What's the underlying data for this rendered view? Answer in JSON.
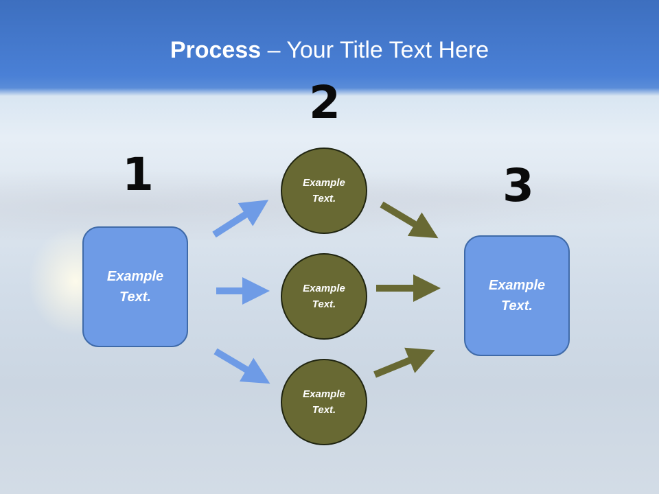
{
  "title": {
    "bold": "Process",
    "rest": " – Your Title Text Here"
  },
  "steps": [
    {
      "number": "1",
      "line1": "Example",
      "line2": "Text."
    },
    {
      "number": "2"
    },
    {
      "number": "3",
      "line1": "Example",
      "line2": "Text."
    }
  ],
  "circles": [
    {
      "line1": "Example",
      "line2": "Text."
    },
    {
      "line1": "Example",
      "line2": "Text."
    },
    {
      "line1": "Example",
      "line2": "Text."
    }
  ],
  "colors": {
    "box_fill": "#6e9be6",
    "circle_fill": "#686933",
    "blue_arrow": "#6e9be6",
    "olive_arrow": "#686933",
    "title_band": "#4a80d6"
  }
}
